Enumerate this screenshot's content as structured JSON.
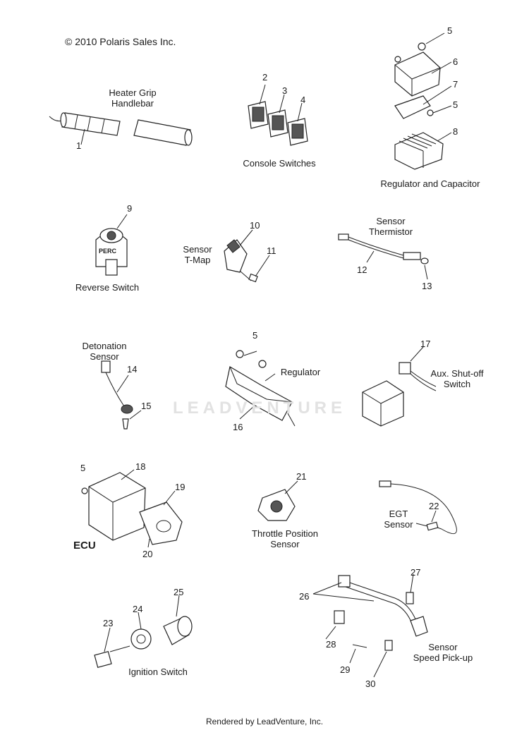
{
  "copyright": "© 2010 Polaris Sales Inc.",
  "footer": "Rendered by LeadVenture, Inc.",
  "watermark": "LEADVENTURE",
  "labels": {
    "heater_grip": [
      "Heater Grip",
      "Handlebar"
    ],
    "console_switches": "Console Switches",
    "regulator_capacitor": "Regulator and Capacitor",
    "reverse_switch": "Reverse Switch",
    "sensor_tmap": [
      "Sensor",
      "T-Map"
    ],
    "sensor_thermistor": [
      "Sensor",
      "Thermistor"
    ],
    "detonation_sensor": [
      "Detonation",
      "Sensor"
    ],
    "regulator": "Regulator",
    "aux_shutoff": [
      "Aux. Shut-off",
      "Switch"
    ],
    "ecu": "ECU",
    "throttle_position": [
      "Throttle Position",
      "Sensor"
    ],
    "egt_sensor": [
      "EGT",
      "Sensor"
    ],
    "ignition_switch": "Ignition Switch",
    "speed_pickup": [
      "Sensor",
      "Speed Pick-up"
    ],
    "perc": "PERC"
  },
  "callouts": [
    "1",
    "2",
    "3",
    "4",
    "5",
    "6",
    "7",
    "5",
    "8",
    "9",
    "10",
    "11",
    "12",
    "13",
    "14",
    "15",
    "5",
    "16",
    "17",
    "5",
    "18",
    "19",
    "20",
    "21",
    "22",
    "23",
    "24",
    "25",
    "26",
    "27",
    "28",
    "29",
    "30"
  ]
}
